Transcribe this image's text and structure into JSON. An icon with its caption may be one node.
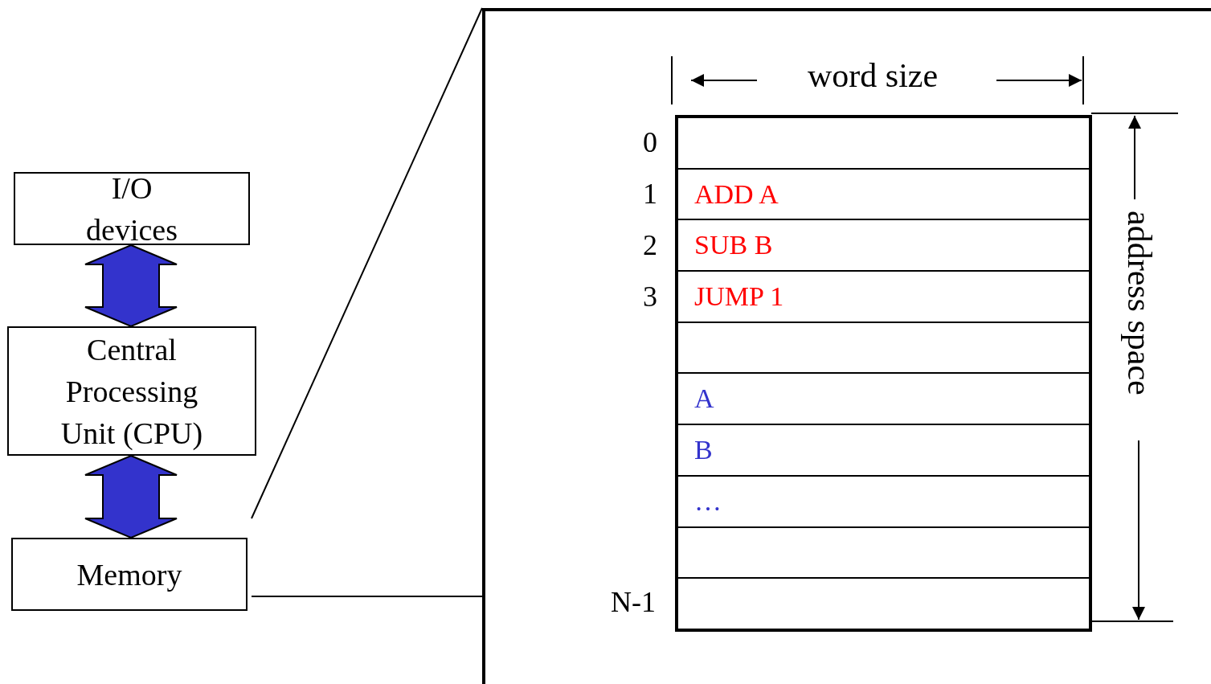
{
  "diagram": {
    "nodes": [
      {
        "text": [
          "I/O devices"
        ]
      },
      {
        "text": [
          "Central Processing Unit (CPU)"
        ]
      },
      {
        "text": [
          "Memory"
        ]
      },
      {
        "text": [],
        "shape": "box"
      },
      {
        "text": [],
        "shape": "box",
        "in": 3
      },
      {
        "text": [
          "ADD A"
        ],
        "in": 3
      },
      {
        "text": [
          "SUB B"
        ],
        "in": 3
      },
      {
        "text": [
          "JUMP 1"
        ],
        "in": 3
      },
      {
        "text": [],
        "shape": "box",
        "in": 3
      },
      {
        "text": [
          "A"
        ],
        "in": 3
      },
      {
        "text": [
          "B"
        ],
        "in": 3
      },
      {
        "text": [
          "…"
        ],
        "in": 3
      },
      {
        "text": [],
        "shape": "box",
        "in": 3
      },
      {
        "text": [],
        "shape": "box",
        "in": 3
      }
    ],
    "edges": [
      {
        "from": 0,
        "to": 1,
        "arrow": "both",
        "style": "thick",
        "color": "#3333cc"
      },
      {
        "from": 1,
        "to": 2,
        "arrow": "both",
        "style": "thick",
        "color": "#3333cc"
      },
      {
        "from": 2,
        "to": 3,
        "arrow": "none"
      },
      {
        "from": 2,
        "to": 3,
        "arrow": "none"
      }
    ],
    "labels": [
      "word size",
      "0",
      "1",
      "2",
      "3",
      "N-1",
      "address space"
    ]
  }
}
